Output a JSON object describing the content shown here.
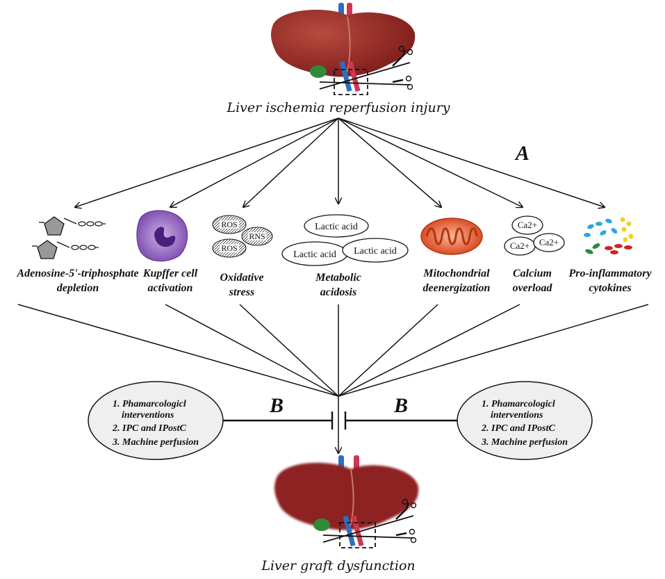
{
  "top_title": "Liver ischemia reperfusion injury",
  "bottom_title": "Liver graft dysfunction",
  "marker_a": "A",
  "marker_b": "B",
  "mechanisms": [
    {
      "line1": "Adenosine-5'-triphosphate",
      "line2": "depletion"
    },
    {
      "line1": "Kupffer cell",
      "line2": "activation"
    },
    {
      "line1": "Oxidative",
      "line2": "stress"
    },
    {
      "line1": "Metabolic",
      "line2": "acidosis"
    },
    {
      "line1": "Mitochondrial",
      "line2": "deenergization"
    },
    {
      "line1": "Calcium",
      "line2": "overload"
    },
    {
      "line1": "Pro-inflammatory",
      "line2": "cytokines"
    }
  ],
  "icon_text": {
    "ros": "ROS",
    "rns": "RNS",
    "lactic_acid": "Lactic acid",
    "ca": "Ca2+"
  },
  "interventions_left": [
    "1. Phamarcologicl",
    "interventions",
    "2. IPC and IPostC",
    "3. Machine perfusion"
  ],
  "interventions_right": [
    "1. Phamarcologicl",
    "interventions",
    "2. IPC and IPostC",
    "3. Machine perfusion"
  ],
  "colors": {
    "liver": "#8e2323",
    "liver_highlight": "#b84a3d",
    "vessel_blue": "#2b6fc2",
    "vessel_red": "#d1354f",
    "gallbladder": "#2f8a3a",
    "kupffer": "#7e4bb0",
    "mito": "#e24a1c"
  }
}
